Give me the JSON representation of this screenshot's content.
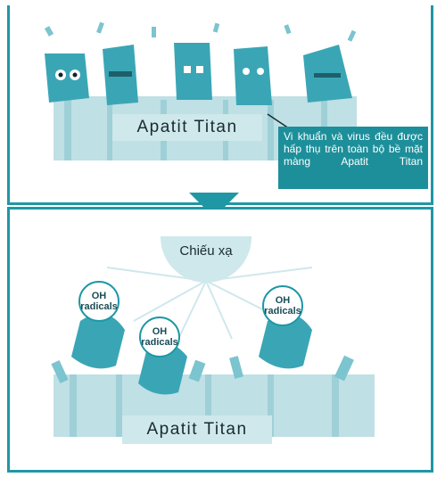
{
  "top_panel": {
    "surface_label": "Apatit Titan",
    "callout_text": "Vi khuẩn và virus đều được hấp thụ trên toàn bộ bề mặt màng Apatit Titan"
  },
  "bottom_panel": {
    "irradiation_label": "Chiếu xạ",
    "surface_label": "Apatit Titan",
    "radicals": [
      {
        "line1": "OH",
        "line2": "radicals"
      },
      {
        "line1": "OH",
        "line2": "radicals"
      },
      {
        "line1": "OH",
        "line2": "radicals"
      }
    ]
  },
  "colors": {
    "frame": "#1f97a5",
    "callout_bg": "#1d8f9a",
    "surface": "#bfe0e5",
    "label_bg": "#cfe8ec",
    "creature": "#3aa6b5"
  }
}
